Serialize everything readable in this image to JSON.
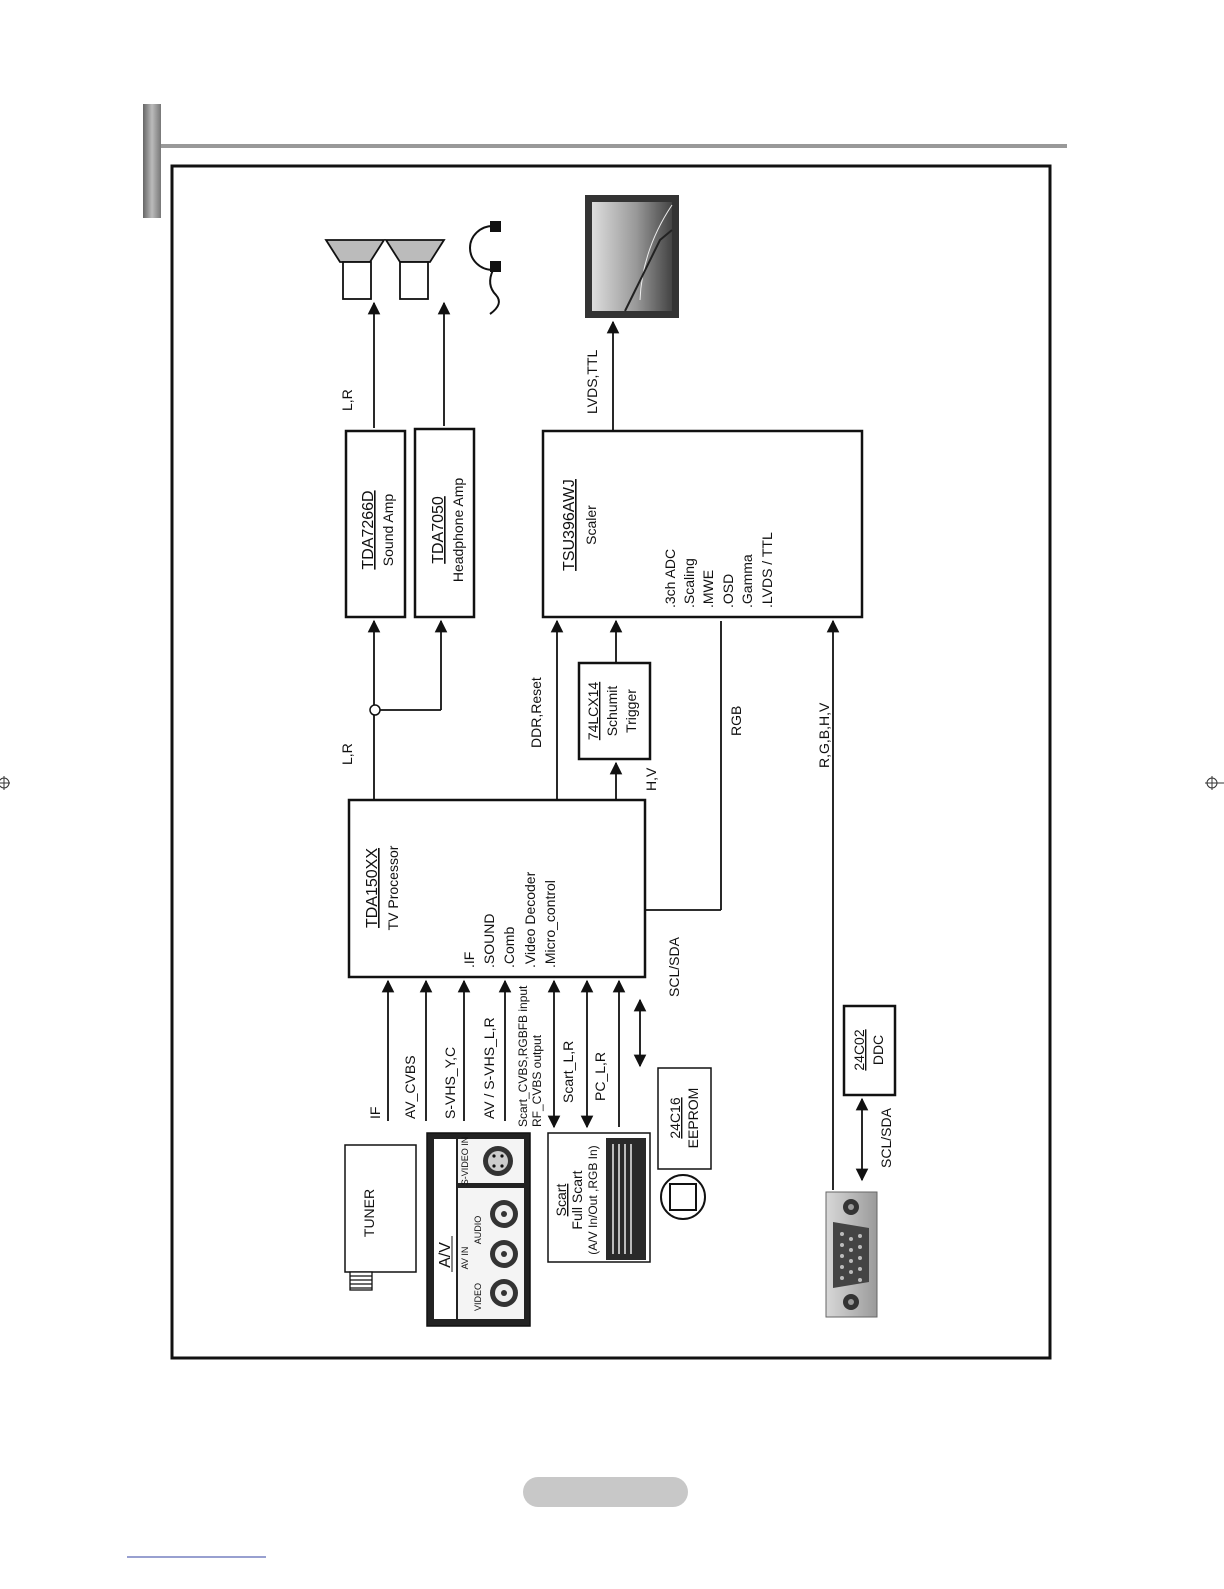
{
  "blocks": {
    "tuner": "TUNER",
    "av": "A/V",
    "av_in": "AV IN",
    "av_video": "VIDEO",
    "av_audio": "AUDIO",
    "svideo_in": "S-VIDEO IN",
    "scart_title": "Scart",
    "scart_line1": "Full Scart",
    "scart_line2": "(A/V In/Out ,RGB In)",
    "eeprom_part": "24C16",
    "eeprom_name": "EEPROM",
    "tda150_part": "TDA150XX",
    "tda150_name": "TV Processor",
    "tda150_features": [
      ".IF",
      ".SOUND",
      ".Comb",
      ".Video Decoder",
      ".Micro_control"
    ],
    "tda7266_part": "TDA7266D",
    "tda7266_name": "Sound Amp",
    "tda7050_part": "TDA7050",
    "tda7050_name": "Headphone Amp",
    "schmitt_part": "74LCX14",
    "schmitt_l1": "Schumit",
    "schmitt_l2": "Trigger",
    "tsu_part": "TSU396AWJ",
    "tsu_name": "Scaler",
    "tsu_features": [
      ".3ch ADC",
      ".Scaling",
      ".MWE",
      ".OSD",
      ".Gamma",
      ".LVDS / TTL"
    ],
    "ddc_part": "24C02",
    "ddc_name": "DDC"
  },
  "signals": {
    "if": "IF",
    "av_cvbs": "AV_CVBS",
    "svhs_yc": "S-VHS_Y,C",
    "av_svhs_lr": "AV / S-VHS_L,R",
    "scart_cvbs_1": "Scart_CVBS,RGBFB input",
    "scart_cvbs_2": "RF_CVBS output",
    "scart_lr": "Scart_L,R",
    "pc_lr": "PC_L,R",
    "scl_sda_1": "SCL/SDA",
    "lr_1": "L,R",
    "lr_2": "L,R",
    "ddr_reset": "DDR,Reset",
    "hv": "H,V",
    "rgb": "RGB",
    "rgbhv": "R,G,B,H,V",
    "lvds_ttl": "LVDS,TTL",
    "scl_sda_2": "SCL/SDA"
  }
}
